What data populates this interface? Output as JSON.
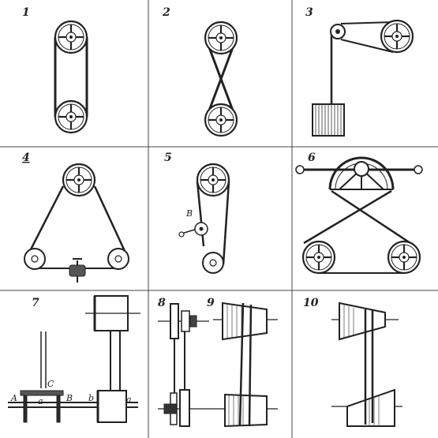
{
  "panels": [
    {
      "number": "1"
    },
    {
      "number": "2"
    },
    {
      "number": "3"
    },
    {
      "number": "4"
    },
    {
      "number": "5"
    },
    {
      "number": "6"
    },
    {
      "number": "7"
    },
    {
      "number": "8"
    },
    {
      "number": "9"
    },
    {
      "number": "10"
    }
  ],
  "labels": {
    "p5_B": "B",
    "p7_A": "A",
    "p7_a_left": "a",
    "p7_C": "C",
    "p7_B": "B",
    "p7_b": "b",
    "p7_a_right": "a"
  }
}
